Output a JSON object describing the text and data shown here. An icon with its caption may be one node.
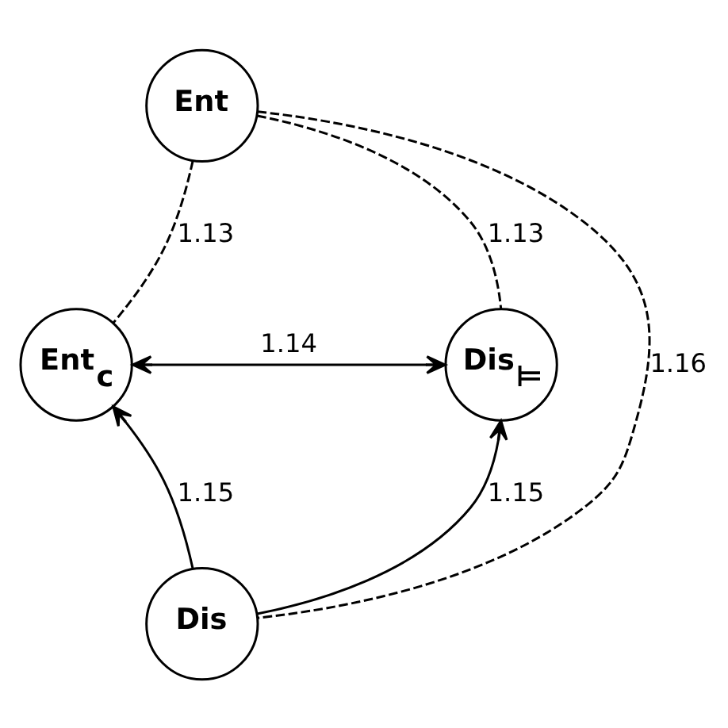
{
  "diagram": {
    "nodes": [
      {
        "text": [
          "Ent"
        ]
      },
      {
        "text": [
          "Ent$_{c}$"
        ]
      },
      {
        "text": [
          "Dis$_{⊨}$"
        ]
      },
      {
        "text": [
          "Dis"
        ]
      }
    ],
    "edges": [
      {
        "from": 0,
        "to": 1,
        "arrow": "none",
        "label": "1.13",
        "style": "dashed"
      },
      {
        "from": 0,
        "to": 2,
        "arrow": "none",
        "label": "1.13",
        "style": "dashed"
      },
      {
        "from": 1,
        "to": 2,
        "arrow": "both",
        "label": "1.14"
      },
      {
        "from": 3,
        "to": 1,
        "arrow": "to",
        "label": "1.15"
      },
      {
        "from": 3,
        "to": 2,
        "arrow": "to",
        "label": "1.15"
      },
      {
        "from": 0,
        "to": 3,
        "arrow": "none",
        "label": "1.16",
        "style": "dashed"
      }
    ]
  }
}
